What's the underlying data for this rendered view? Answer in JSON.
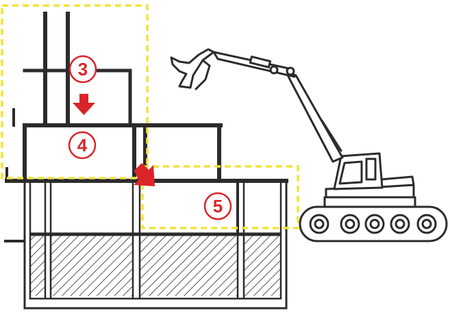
{
  "colors": {
    "line": "#2b2b2b",
    "accent": "#d9252a",
    "dash": "#f2e33a",
    "background": "#ffffff",
    "hatch": "#2b2b2b"
  },
  "steps": [
    {
      "label": "3"
    },
    {
      "label": "4"
    },
    {
      "label": "5"
    }
  ],
  "icons": {
    "arrow_down": "arrow-down-icon",
    "arrow_diagonal": "arrow-diagonal-icon",
    "excavator": "excavator-icon"
  }
}
